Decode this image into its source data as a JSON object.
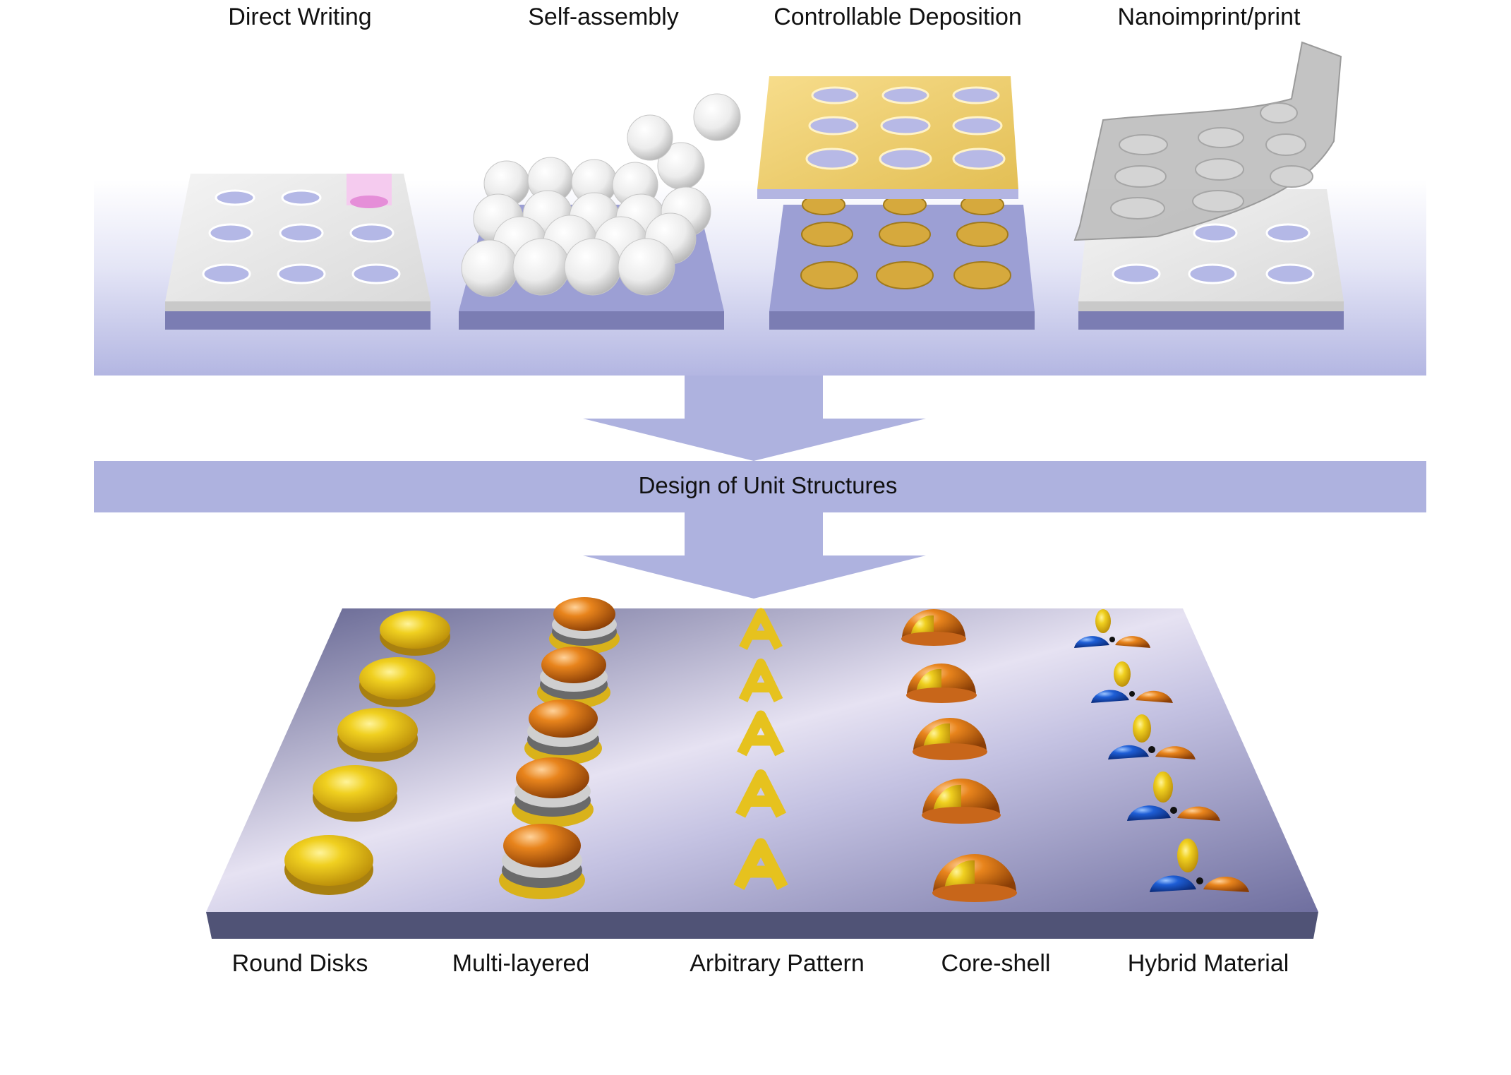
{
  "methods": [
    {
      "label": "Direct Writing"
    },
    {
      "label": "Self-assembly"
    },
    {
      "label": "Controllable Deposition"
    },
    {
      "label": "Nanoimprint/print"
    }
  ],
  "band_label": "Design of Unit Structures",
  "structures": [
    {
      "label": "Round Disks"
    },
    {
      "label": "Multi-layered"
    },
    {
      "label": "Arbitrary Pattern"
    },
    {
      "label": "Core-shell"
    },
    {
      "label": "Hybrid Material"
    }
  ],
  "colors": {
    "band": "#aeb2df",
    "substrate": "#6e6fa0",
    "gold": "#e8c020",
    "orange": "#e8841c",
    "blue": "#1e5ed6",
    "mask_gray": "#dcdcdc",
    "sphere": "#f2f2f2"
  }
}
